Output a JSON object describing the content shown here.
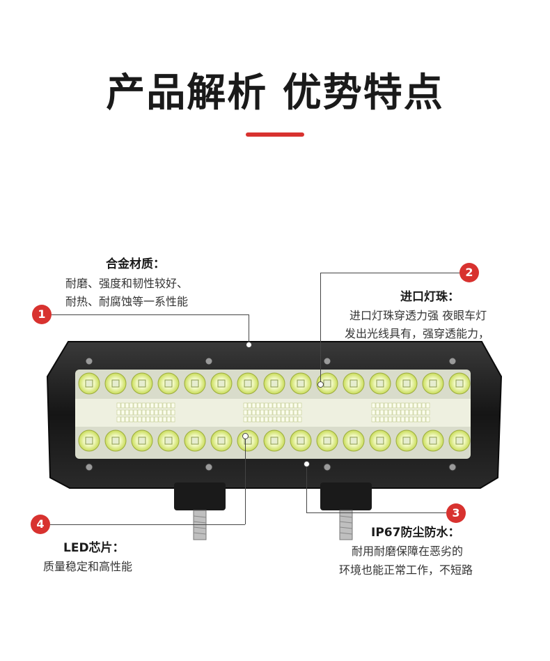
{
  "heading": {
    "title": "产品解析 优势特点",
    "accent": "#d8322f"
  },
  "callouts": [
    {
      "number": "1",
      "title": "合金材质：",
      "lines": [
        "耐磨、强度和韧性较好、",
        "耐热、耐腐蚀等一系性能"
      ]
    },
    {
      "number": "2",
      "title": "进口灯珠：",
      "lines": [
        "进口灯珠穿透力强 夜眼车灯",
        "发出光线具有，强穿透能力，"
      ]
    },
    {
      "number": "3",
      "title": "IP67防尘防水：",
      "lines": [
        "耐用耐磨保障在恶劣的",
        "环境也能正常工作，不短路"
      ]
    },
    {
      "number": "4",
      "title": "LED芯片：",
      "lines": [
        "质量稳定和高性能"
      ]
    }
  ],
  "colors": {
    "housing": "#1c1c1c",
    "led": "#e9f4a6",
    "chip": "#f3f6e2",
    "badge": "#d8322f"
  }
}
